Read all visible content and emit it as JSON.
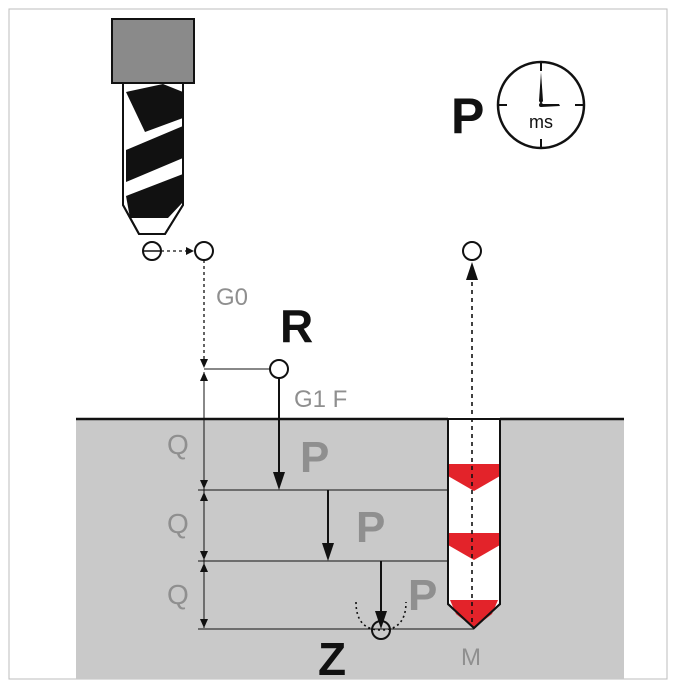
{
  "labels": {
    "dwell_symbol": "P",
    "clock_unit": "ms",
    "rapid_code": "G0",
    "retract_plane": "R",
    "feed_code": "G1 F",
    "peck_depth": "Q",
    "dwell_label": "P",
    "final_depth": "Z",
    "bottom_marker": "M"
  },
  "colors": {
    "workpiece": "#c9c9c9",
    "spindle_block": "#8a8a8a",
    "label_gray": "#8f8f8f",
    "chip_red": "#e3232a",
    "ink": "#111111"
  },
  "icons": {
    "drill": "drill-bit-icon",
    "clock": "stopwatch-icon"
  }
}
